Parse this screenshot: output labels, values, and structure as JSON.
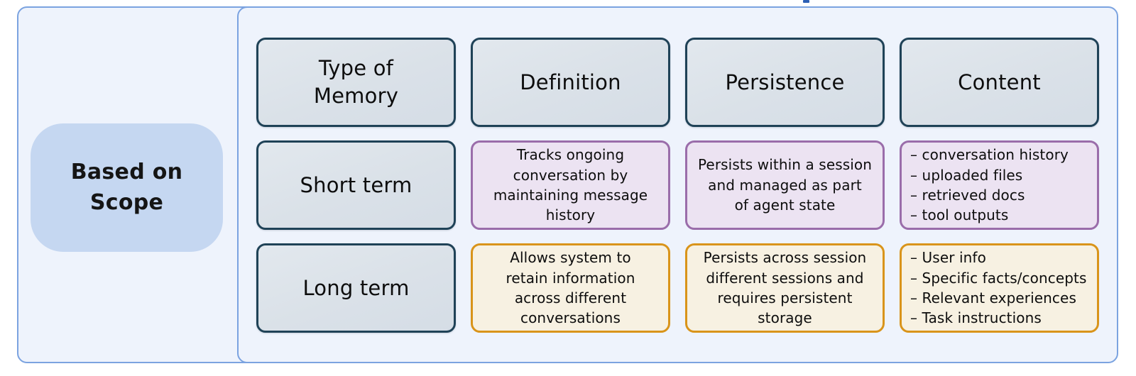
{
  "diagram": {
    "title_fragment": "",
    "scope_label": "Based on\nScope",
    "colors": {
      "frame_border": "#7ba3e0",
      "frame_background": "#eef3fc",
      "scope_pill": "#c5d7f1",
      "slate_border": "#1f4257",
      "slate_fill": "#dae1e8",
      "purple_border": "#9a6daa",
      "purple_fill": "#ece3f2",
      "amber_border": "#d9941a",
      "amber_fill": "#f7f1e2",
      "text": "#0d0d0d"
    },
    "columns": [
      "Type of\nMemory",
      "Definition",
      "Persistence",
      "Content"
    ],
    "rows": [
      {
        "style": "purple",
        "label": "Short term",
        "definition": "Tracks ongoing\nconversation by\nmaintaining message\nhistory",
        "persistence": "Persists within a session\nand managed as part\nof agent state",
        "content": "– conversation history\n– uploaded files\n– retrieved docs\n– tool outputs"
      },
      {
        "style": "amber",
        "label": "Long term",
        "definition": "Allows system to\nretain information\nacross different\nconversations",
        "persistence": "Persists across session\ndifferent sessions and\nrequires persistent\nstorage",
        "content": "– User info\n– Specific facts/concepts\n– Relevant experiences\n– Task instructions"
      }
    ]
  }
}
